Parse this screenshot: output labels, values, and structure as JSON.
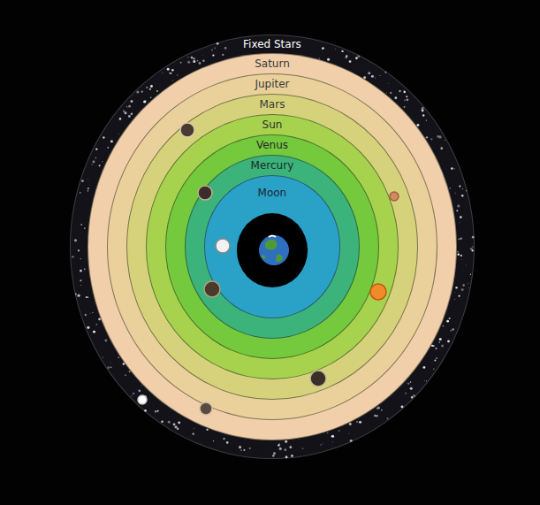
{
  "diagram": {
    "nodes": [
      {
        "text": [
          "Fixed Stars"
        ]
      },
      {
        "text": [
          "Saturn"
        ],
        "in": 0
      },
      {
        "text": [
          "Jupiter"
        ],
        "in": 1
      },
      {
        "text": [
          "Mars"
        ],
        "in": 2
      },
      {
        "text": [
          "Sun"
        ],
        "in": 3
      },
      {
        "text": [
          "Venus"
        ],
        "in": 4
      },
      {
        "text": [
          "Mercury"
        ],
        "in": 5
      },
      {
        "text": [
          "Moon"
        ],
        "in": 6
      }
    ]
  }
}
